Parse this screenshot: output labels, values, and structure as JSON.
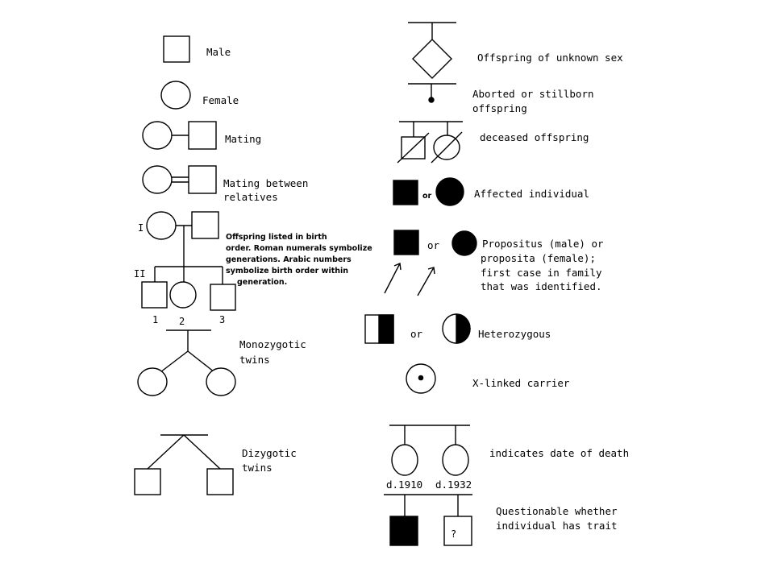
{
  "left": {
    "male": "Male",
    "female": "Female",
    "mating": "Mating",
    "mating_relatives": [
      "Mating between",
      "relatives"
    ],
    "gen_one": "I",
    "gen_two": "II",
    "offspring_note": [
      "Offspring listed in birth",
      "order. Roman numerals symbolize",
      "generations. Arabic numbers",
      "symbolize birth order within",
      "generation."
    ],
    "birth_numbers": [
      "1",
      "2",
      "3"
    ],
    "monozygotic": [
      "Monozygotic",
      "twins"
    ],
    "dizygotic": [
      "Dizygotic",
      "twins"
    ]
  },
  "right": {
    "unknown_sex": "Offspring of unknown sex",
    "aborted": [
      "Aborted or stillborn",
      "offspring"
    ],
    "deceased": "deceased offspring",
    "or": "or",
    "affected": "Affected individual",
    "propositus": [
      "Propositus (male) or",
      "proposita (female);",
      "first case in family",
      "that was identified."
    ],
    "heterozygous": "Heterozygous",
    "x_linked": "X-linked carrier",
    "date_of_death": "indicates date of death",
    "death_dates": [
      "d.1910",
      "d.1932"
    ],
    "questionable": [
      "Questionable whether",
      "individual has trait"
    ],
    "question_mark": "?"
  }
}
